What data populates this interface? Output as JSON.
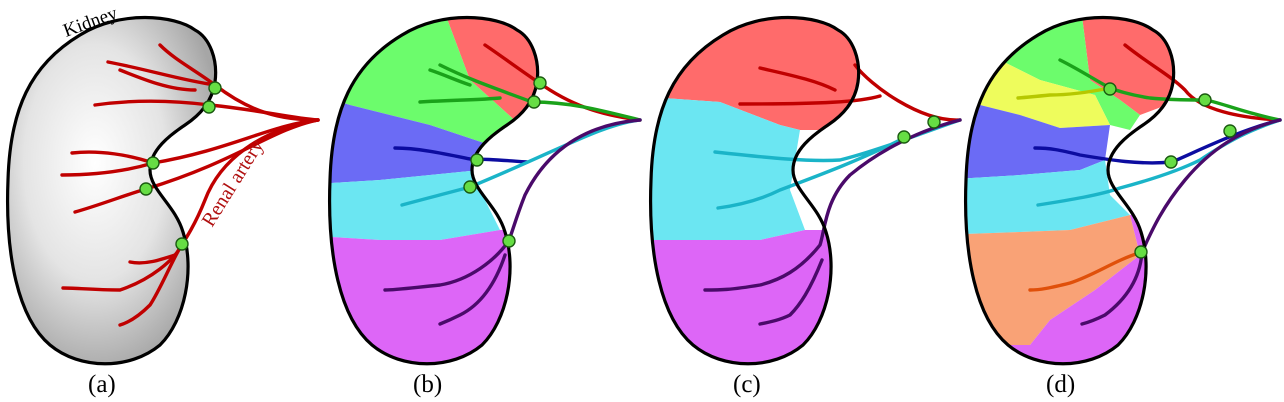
{
  "annotations": {
    "kidney": "Kidney",
    "renal_artery": "Renal artery"
  },
  "panel_labels": [
    "(a)",
    "(b)",
    "(c)",
    "(d)"
  ],
  "colors": {
    "artery_red": "#c00000",
    "segment_red": "#ff6b6b",
    "segment_green": "#6cfc6c",
    "segment_yellow": "#eefc5c",
    "segment_blue": "#6b6bf5",
    "segment_cyan": "#6be6f2",
    "segment_magenta": "#dd66f7",
    "segment_orange": "#f9a276",
    "vessel_green": "#1aa21a",
    "vessel_blue": "#0c0ca0",
    "vessel_cyan": "#1ab4c8",
    "vessel_purple": "#4a0a6a",
    "vessel_olive": "#b6c800",
    "vessel_orange": "#e0500a",
    "node_fill": "#66dd44"
  }
}
